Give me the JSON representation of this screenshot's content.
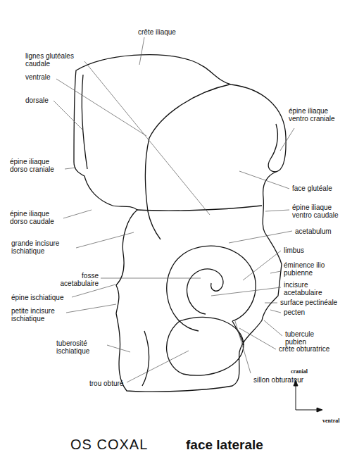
{
  "diagram": {
    "title": "OS COXAL",
    "caption": "face laterale",
    "labels": [
      "crête iliaque",
      "lignes glutéales caudale",
      "ventrale",
      "dorsale",
      "épine iliaque dorso craniale",
      "épine iliaque dorso caudale",
      "grande incisure ischiatique",
      "fosse acetabulaire",
      "épine ischiatique",
      "petite incisure ischiatique",
      "tuberosité ischiatique",
      "trou obturé",
      "épine iliaque ventro craniale",
      "face glutéale",
      "épine iliaque ventro caudale",
      "acetabulum",
      "limbus",
      "éminence ilio pubienne",
      "incisure acetabulaire",
      "surface pectinéale",
      "pecten",
      "tubercule pubien",
      "crête obturatrice",
      "sillon obturateur",
      "cranial",
      "ventral"
    ]
  }
}
